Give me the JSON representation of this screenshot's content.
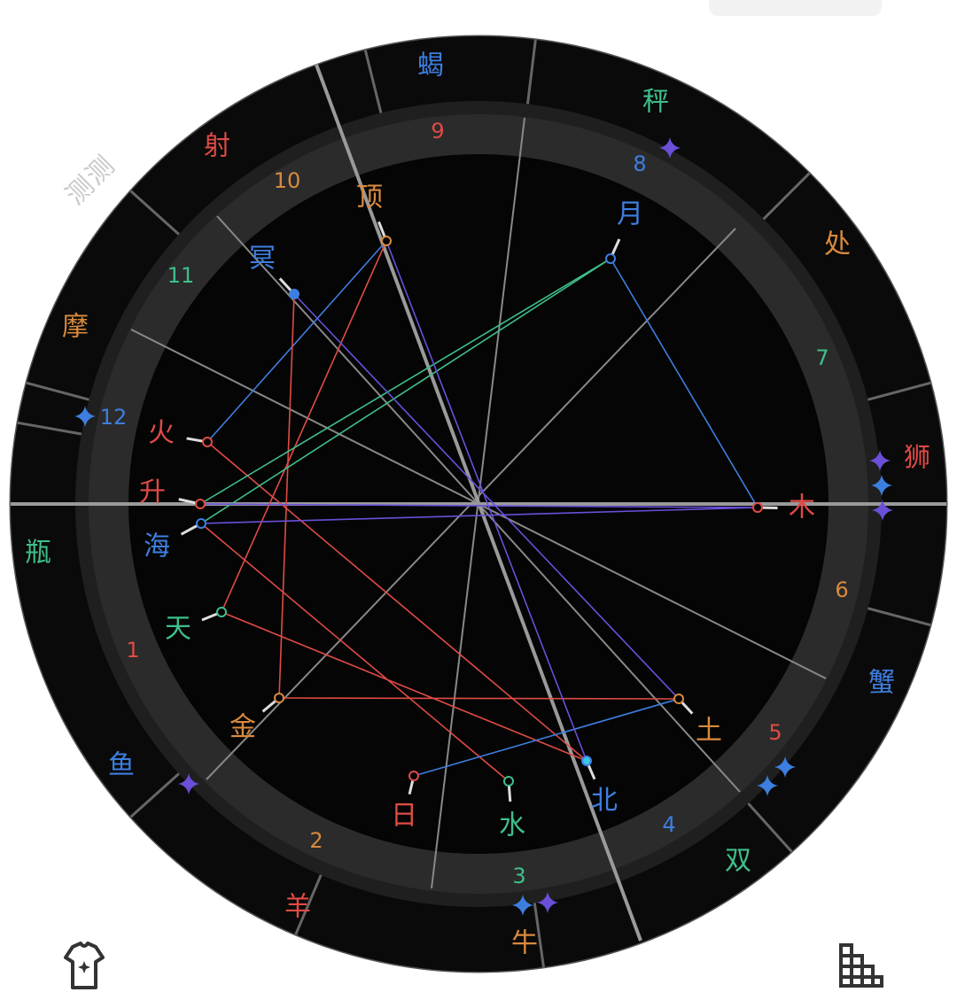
{
  "watermark": "测测",
  "chart_data": {
    "type": "astrology-wheel",
    "signs": [
      {
        "label": "蝎",
        "color": "#3d7fe0"
      },
      {
        "label": "秤",
        "color": "#3fbf8a"
      },
      {
        "label": "处",
        "color": "#d98a3d"
      },
      {
        "label": "狮",
        "color": "#e04b45"
      },
      {
        "label": "蟹",
        "color": "#3d7fe0"
      },
      {
        "label": "双",
        "color": "#3fbf8a"
      },
      {
        "label": "牛",
        "color": "#d98a3d"
      },
      {
        "label": "羊",
        "color": "#e04b45"
      },
      {
        "label": "鱼",
        "color": "#3d7fe0"
      },
      {
        "label": "瓶",
        "color": "#3fbf8a"
      },
      {
        "label": "摩",
        "color": "#d98a3d"
      },
      {
        "label": "射",
        "color": "#e04b45"
      }
    ],
    "houses": [
      {
        "label": "1",
        "color": "#e04b45"
      },
      {
        "label": "2",
        "color": "#d98a3d"
      },
      {
        "label": "3",
        "color": "#3fbf8a"
      },
      {
        "label": "4",
        "color": "#3d7fe0"
      },
      {
        "label": "5",
        "color": "#e04b45"
      },
      {
        "label": "6",
        "color": "#d98a3d"
      },
      {
        "label": "7",
        "color": "#3fbf8a"
      },
      {
        "label": "8",
        "color": "#3d7fe0"
      },
      {
        "label": "9",
        "color": "#e04b45"
      },
      {
        "label": "10",
        "color": "#d98a3d"
      },
      {
        "label": "11",
        "color": "#3fbf8a"
      },
      {
        "label": "12",
        "color": "#3d7fe0"
      }
    ],
    "planets": [
      {
        "id": "asc",
        "label": "升",
        "color": "#e04b45"
      },
      {
        "id": "nep",
        "label": "海",
        "color": "#3d7fe0"
      },
      {
        "id": "mar",
        "label": "火",
        "color": "#e04b45"
      },
      {
        "id": "plu",
        "label": "冥",
        "color": "#3d7fe0"
      },
      {
        "id": "mc",
        "label": "顶",
        "color": "#d98a3d"
      },
      {
        "id": "moo",
        "label": "月",
        "color": "#3d7fe0"
      },
      {
        "id": "jup",
        "label": "木",
        "color": "#e04b45"
      },
      {
        "id": "sat",
        "label": "土",
        "color": "#d98a3d"
      },
      {
        "id": "nod",
        "label": "北",
        "color": "#3d7fe0"
      },
      {
        "id": "mer",
        "label": "水",
        "color": "#3fbf8a"
      },
      {
        "id": "sun",
        "label": "日",
        "color": "#e04b45"
      },
      {
        "id": "ven",
        "label": "金",
        "color": "#d98a3d"
      },
      {
        "id": "ura",
        "label": "天",
        "color": "#3fbf8a"
      }
    ],
    "aspects": [
      {
        "from": "mar",
        "to": "mc",
        "color": "#3d7fe0"
      },
      {
        "from": "mar",
        "to": "nod",
        "color": "#e04b45"
      },
      {
        "from": "ura",
        "to": "mc",
        "color": "#e04b45"
      },
      {
        "from": "ura",
        "to": "nod",
        "color": "#e04b45"
      },
      {
        "from": "nep",
        "to": "mer",
        "color": "#e04b45"
      },
      {
        "from": "ven",
        "to": "plu",
        "color": "#e04b45"
      },
      {
        "from": "ven",
        "to": "sat",
        "color": "#e04b45"
      },
      {
        "from": "sun",
        "to": "sat",
        "color": "#3d7fe0"
      },
      {
        "from": "moo",
        "to": "jup",
        "color": "#3d7fe0"
      },
      {
        "from": "asc",
        "to": "moo",
        "color": "#3fbf8a"
      },
      {
        "from": "nep",
        "to": "moo",
        "color": "#3fbf8a"
      },
      {
        "from": "asc",
        "to": "jup",
        "color": "#6a4fd8"
      },
      {
        "from": "nep",
        "to": "jup",
        "color": "#6a4fd8"
      },
      {
        "from": "mc",
        "to": "nod",
        "color": "#6a4fd8"
      },
      {
        "from": "plu",
        "to": "sat",
        "color": "#6a4fd8"
      }
    ]
  },
  "buttons": {
    "tshirt_icon": "tshirt-icon",
    "grid_icon": "grid-icon"
  }
}
